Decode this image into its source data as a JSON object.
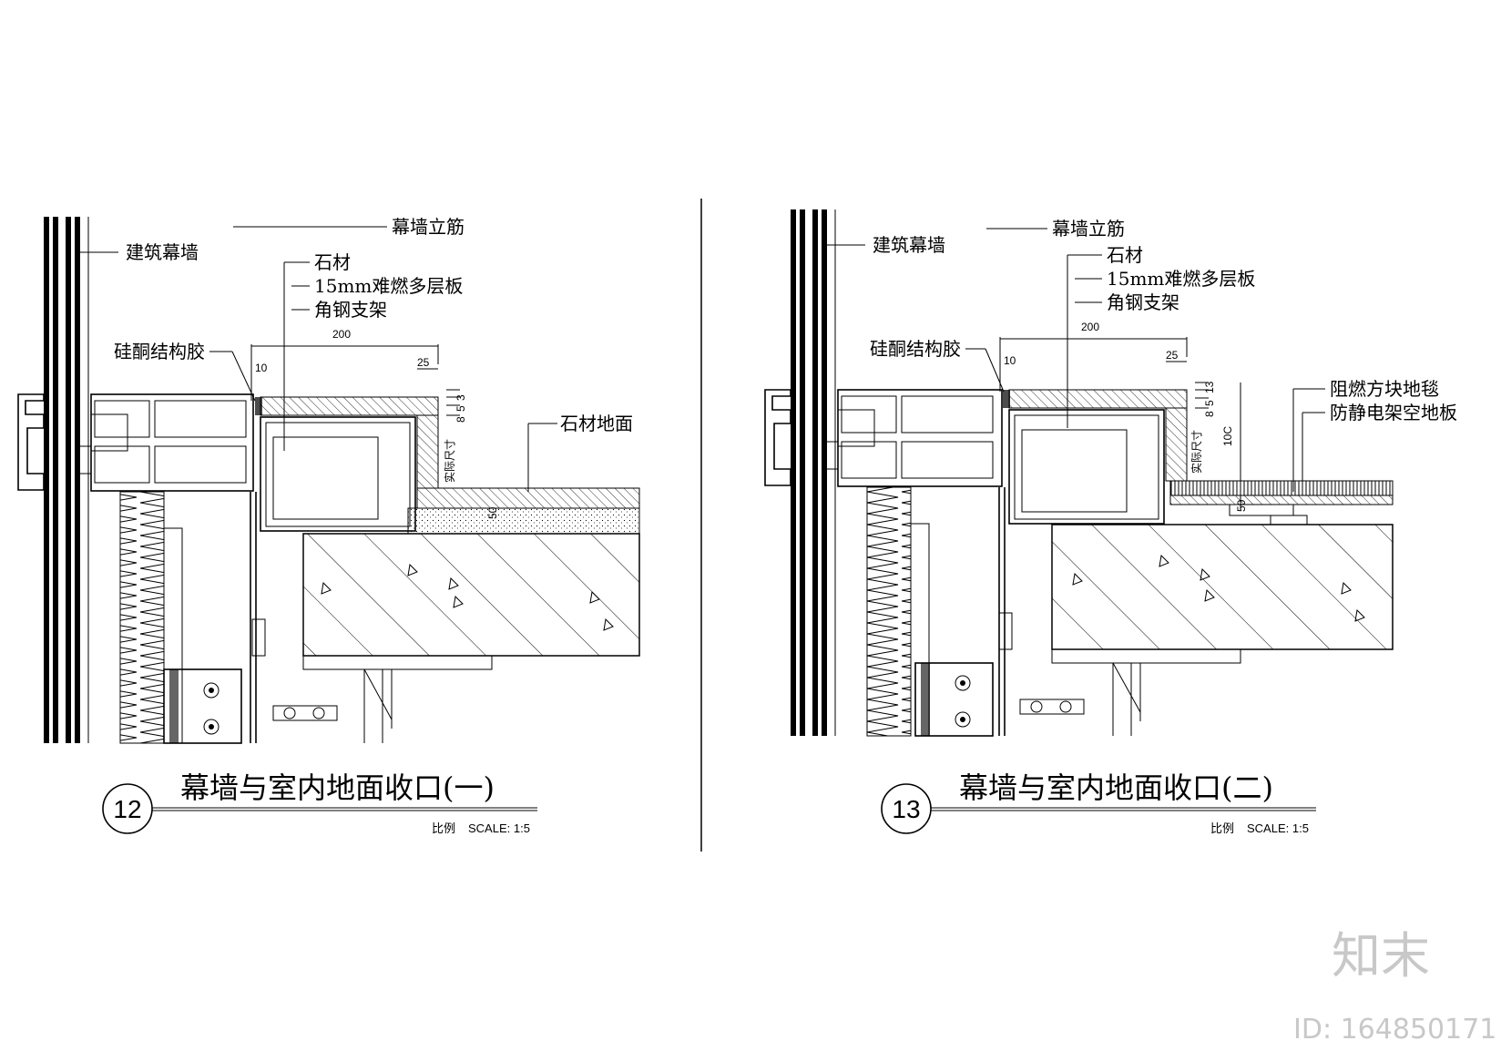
{
  "details": [
    {
      "number": "12",
      "title": "幕墙与室内地面收口(一)",
      "scale_label": "比例",
      "scale_value": "SCALE: 1:5",
      "labels": {
        "curtain_wall": "建筑幕墙",
        "mullion": "幕墙立筋",
        "stone": "石材",
        "plywood": "15mm难燃多层板",
        "angle_bracket": "角钢支架",
        "silicone": "硅酮结构胶",
        "stone_floor": "石材地面"
      },
      "dims": {
        "width": "200",
        "gap": "10",
        "edge": "25",
        "stack_a": "8",
        "stack_b": "5",
        "stack_c": "3",
        "thickness": "50",
        "side_note": "实际尺寸"
      }
    },
    {
      "number": "13",
      "title": "幕墙与室内地面收口(二)",
      "scale_label": "比例",
      "scale_value": "SCALE: 1:5",
      "labels": {
        "curtain_wall": "建筑幕墙",
        "mullion": "幕墙立筋",
        "stone": "石材",
        "plywood": "15mm难燃多层板",
        "angle_bracket": "角钢支架",
        "silicone": "硅酮结构胶",
        "carpet": "阻燃方块地毯",
        "raised_floor": "防静电架空地板"
      },
      "dims": {
        "width": "200",
        "gap": "10",
        "edge": "25",
        "stack_a": "8",
        "stack_b": "5",
        "stack_c": "13",
        "height": "10C",
        "thickness": "50",
        "side_note": "实际尺寸"
      }
    }
  ],
  "watermark": {
    "logo_text": "知末",
    "id_text": "ID: 164850171"
  }
}
